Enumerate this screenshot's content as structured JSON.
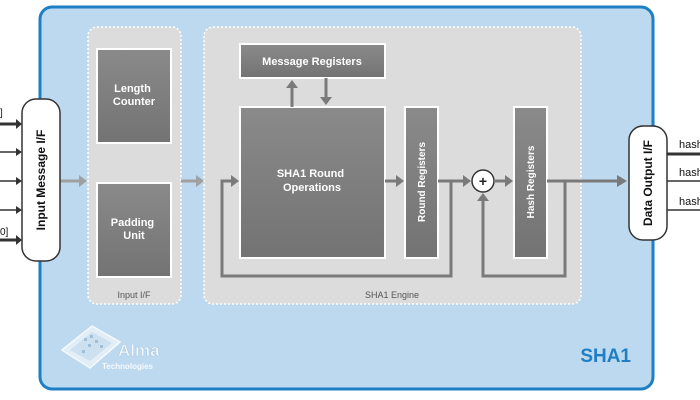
{
  "outer_block": {
    "title": "SHA1",
    "color": "#1e7fc4",
    "fill": "#bcd9ef"
  },
  "input_if_group": {
    "label": "Input I/F",
    "length_counter": [
      "Length",
      "Counter"
    ],
    "padding_unit": [
      "Padding",
      "Unit"
    ]
  },
  "engine_group": {
    "label": "SHA1 Engine",
    "message_registers": "Message Registers",
    "round_operations": [
      "SHA1 Round",
      "Operations"
    ],
    "round_registers": "Round Registers",
    "adder_symbol": "+",
    "hash_registers": "Hash Registers"
  },
  "input_interface": {
    "label": "Input Message I/F"
  },
  "output_interface": {
    "label": "Data Output I/F"
  },
  "left_signals": [
    "]",
    "0]"
  ],
  "right_signals": [
    "hash",
    "hash",
    "hash"
  ],
  "logo": {
    "line1": "Alma",
    "line2": "Technologies"
  }
}
